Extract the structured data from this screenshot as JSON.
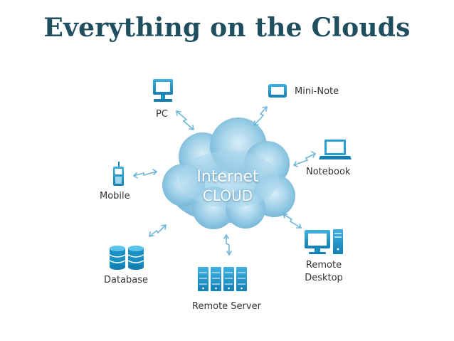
{
  "title": "Everything on the Clouds",
  "center": {
    "line1": "Internet",
    "line2": "CLOUD"
  },
  "nodes": {
    "pc": "PC",
    "mininote": "Mini-Note",
    "notebook": "Notebook",
    "mobile": "Mobile",
    "database": "Database",
    "remote_server": "Remote Server",
    "remote_desktop_line1": "Remote",
    "remote_desktop_line2": "Desktop"
  },
  "colors": {
    "title": "#1f4e5f",
    "icon": "#1a8fc2",
    "icon_dark": "#0d5e86",
    "arrow": "#6fb6d6",
    "cloud": "#8fc9e3"
  }
}
